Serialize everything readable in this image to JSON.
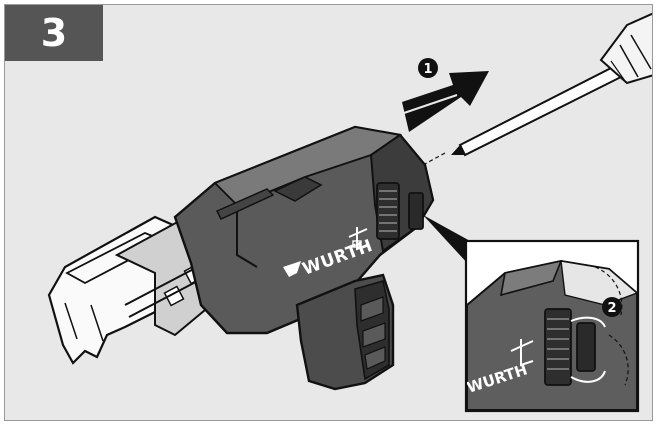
{
  "step": {
    "number": "3"
  },
  "markers": {
    "first": "1",
    "second": "2"
  },
  "brand": {
    "name": "WURTH"
  },
  "colors": {
    "background": "#e8e8e8",
    "step_badge": "#555555",
    "tool_body": "#5a5a5a",
    "tool_body_dark": "#2e2e2e",
    "outline": "#111111",
    "inset_border": "#222222"
  },
  "icons": [
    "step-number-badge",
    "push-arrow-icon",
    "screwdriver-icon",
    "screw-magazine-attachment",
    "detail-inset",
    "release-clip"
  ]
}
